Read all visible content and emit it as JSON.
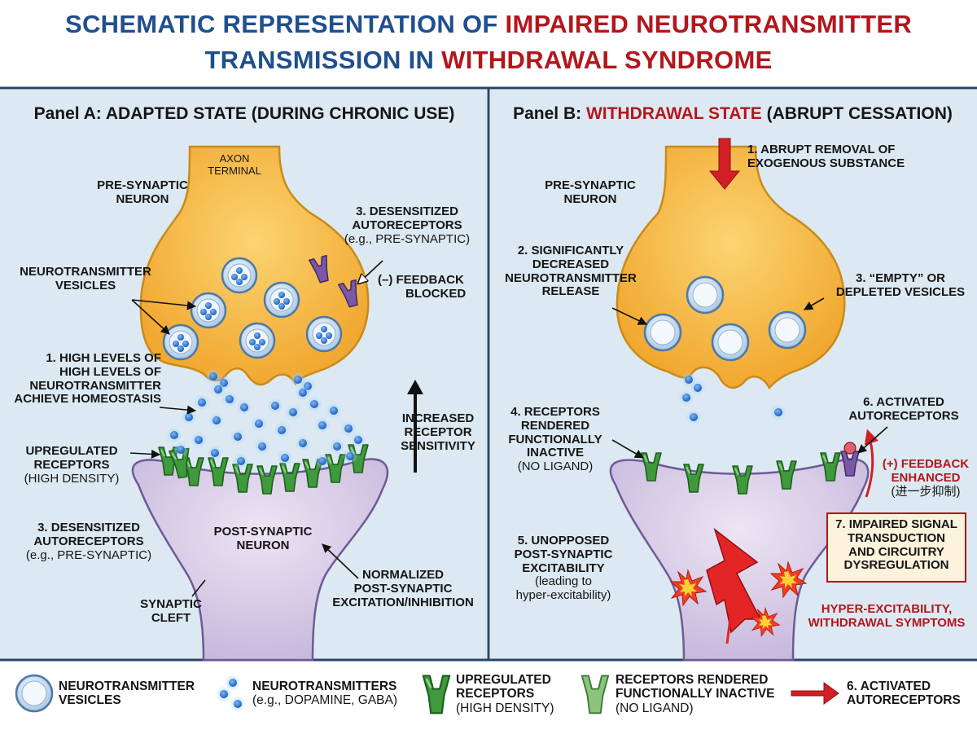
{
  "title": {
    "line1_a": "SCHEMATIC REPRESENTATION OF ",
    "line1_b": "IMPAIRED NEUROTRANSMITTER",
    "line2_a": "TRANSMISSION IN ",
    "line2_b": "WITHDRAWAL SYNDROME"
  },
  "panel_a": {
    "heading": "Panel A: ADAPTED STATE (DURING CHRONIC USE)",
    "axon_terminal": [
      "AXON",
      "TERMINAL"
    ],
    "presynaptic": [
      "PRE-SYNAPTIC",
      "NEURON"
    ],
    "desens_top": [
      "3. DESENSITIZED",
      "AUTORECEPTORS"
    ],
    "desens_top_sub": "(e.g., PRE-SYNAPTIC)",
    "feedback_blocked": [
      "(–) FEEDBACK",
      "BLOCKED"
    ],
    "vesicles_label": [
      "NEUROTRANSMITTER",
      "VESICLES"
    ],
    "high_levels": [
      "1. HIGH LEVELS OF",
      "HIGH LEVELS OF",
      "NEUROTRANSMITTER",
      "ACHIEVE HOMEOSTASIS"
    ],
    "increased_sensitivity": [
      "INCREASED",
      "RECEPTOR",
      "SENSITIVITY"
    ],
    "upregulated": [
      "UPREGULATED",
      "RECEPTORS"
    ],
    "upregulated_sub": "(HIGH DENSITY)",
    "desens_bottom": [
      "3. DESENSITIZED",
      "AUTORECEPTORS"
    ],
    "desens_bottom_sub": "(e.g., PRE-SYNAPTIC)",
    "postsynaptic": [
      "POST-SYNAPTIC",
      "NEURON"
    ],
    "synaptic_cleft": [
      "SYNAPTIC",
      "CLEFT"
    ],
    "normalized": [
      "NORMALIZED",
      "POST-SYNAPTIC",
      "EXCITATION/INHIBITION"
    ]
  },
  "panel_b": {
    "heading_a": "Panel B: ",
    "heading_b": "WITHDRAWAL STATE",
    "heading_c": " (ABRUPT CESSATION)",
    "abrupt_removal": [
      "1. ABRUPT REMOVAL OF",
      "EXOGENOUS SUBSTANCE"
    ],
    "presynaptic": [
      "PRE-SYNAPTIC",
      "NEURON"
    ],
    "decreased_release": [
      "2. SIGNIFICANTLY",
      "DECREASED",
      "NEUROTRANSMITTER",
      "RELEASE"
    ],
    "empty_vesicles": [
      "3. “EMPTY” OR",
      "DEPLETED VESICLES"
    ],
    "receptors_inactive": [
      "4. RECEPTORS",
      "RENDERED",
      "FUNCTIONALLY",
      "INACTIVE"
    ],
    "receptors_inactive_sub": "(NO LIGAND)",
    "activated_auto": [
      "6. ACTIVATED",
      "AUTORECEPTORS"
    ],
    "feedback_enhanced": [
      "(+) FEEDBACK",
      "ENHANCED"
    ],
    "feedback_enhanced_sub": "(进一步抑制)",
    "unopposed": [
      "5. UNOPPOSED",
      "POST-SYNAPTIC",
      "EXCITABILITY"
    ],
    "unopposed_sub": [
      "(leading to",
      "hyper-excitability)"
    ],
    "impaired_signal": [
      "7. IMPAIRED SIGNAL",
      "TRANSDUCTION",
      "AND CIRCUITRY",
      "DYSREGULATION"
    ],
    "hyper": [
      "HYPER-EXCITABILITY,",
      "WITHDRAWAL SYMPTOMS"
    ]
  },
  "legend": {
    "vesicles": [
      "NEUROTRANSMITTER",
      "VESICLES"
    ],
    "neurotransmitters": "NEUROTRANSMITTERS",
    "neurotransmitters_sub": "(e.g., DOPAMINE, GABA)",
    "upregulated": [
      "UPREGULATED",
      "RECEPTORS"
    ],
    "upregulated_sub": "(HIGH DENSITY)",
    "inactive": [
      "RECEPTORS RENDERED",
      "FUNCTIONALLY INACTIVE"
    ],
    "inactive_sub": "(NO LIGAND)",
    "activated": [
      "6. ACTIVATED",
      "AUTORECEPTORS"
    ]
  },
  "colors": {
    "title_blue": "#1f4f8e",
    "title_red": "#b3161c",
    "panel_bg": "#dce9f2",
    "presynaptic_fill": "#f6bb47",
    "postsynaptic_fill": "#d9cfe8",
    "receptor_green": "#3f9a3b",
    "autoreceptor_purple": "#7a58a5",
    "neurotransmitter_blue": "#1d6fd1"
  }
}
